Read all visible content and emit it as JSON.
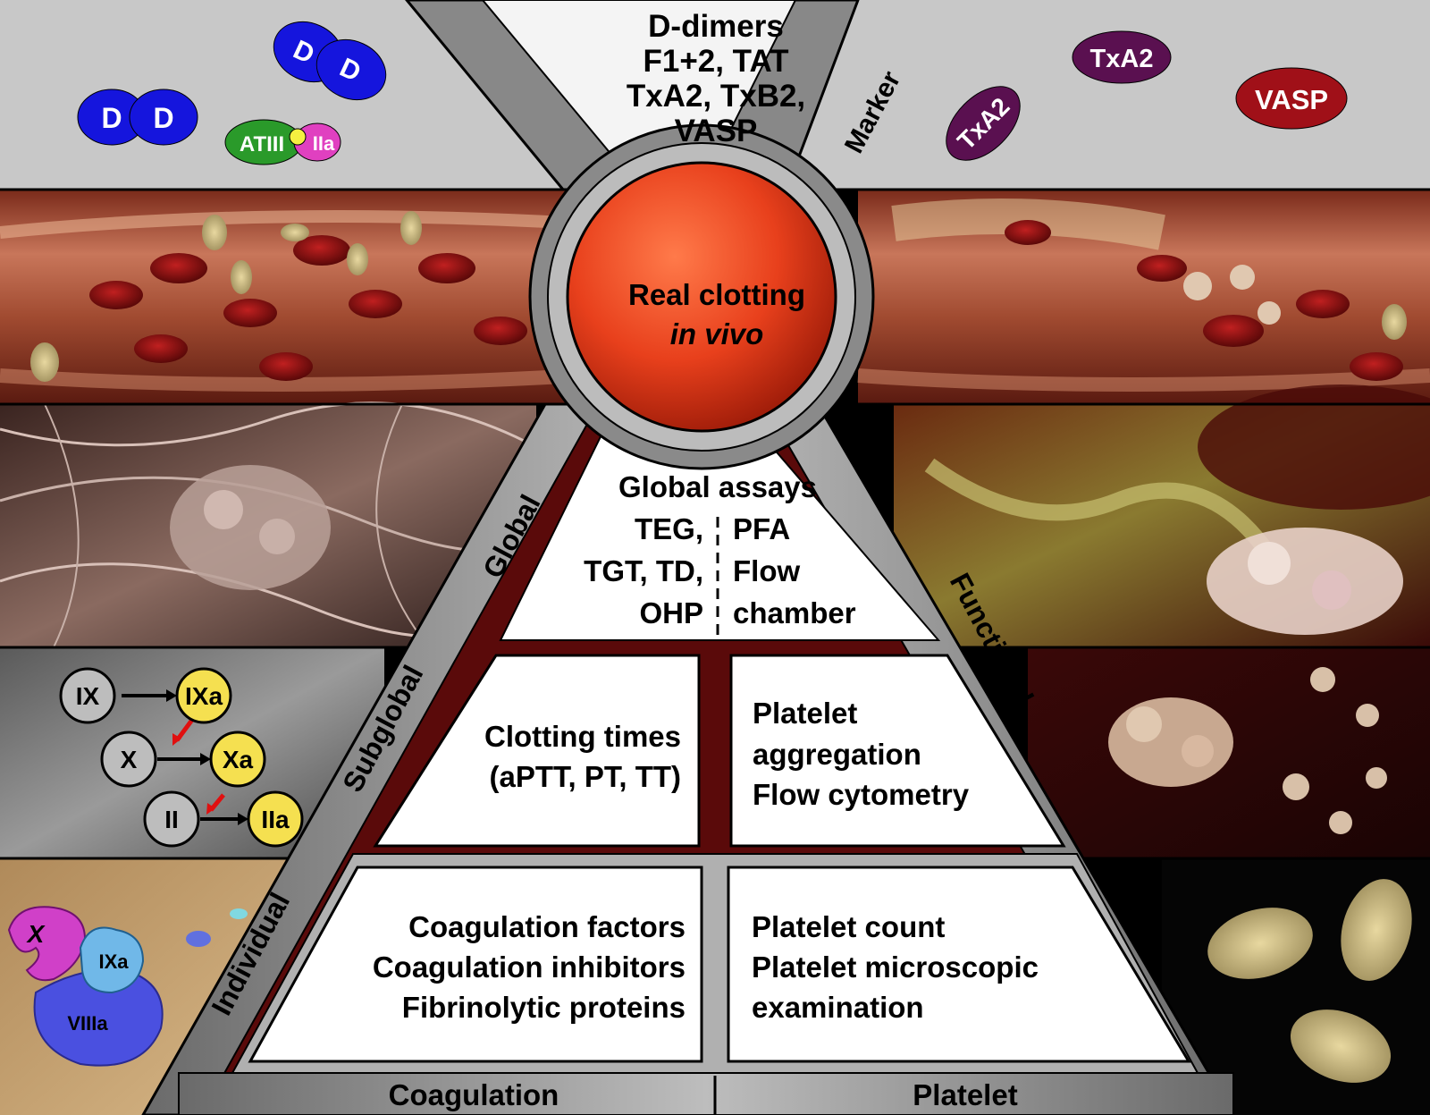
{
  "markers": {
    "title_lines": [
      "D-dimers",
      "F1+2, TAT",
      "TxA2, TxB2,",
      "VASP"
    ],
    "d_glyph": "D",
    "atiii": "ATIII",
    "iia": "IIa",
    "txa2": "TxA2",
    "vasp": "VASP"
  },
  "center": {
    "line1": "Real clotting",
    "line2": "in vivo"
  },
  "side_labels": {
    "marker": "Marker",
    "global": "Global",
    "subglobal": "Subglobal",
    "individual": "Individual",
    "functional": "Functional"
  },
  "global_assays": {
    "title": "Global assays",
    "left_lines": [
      "TEG,",
      "TGT, TD,",
      "OHP"
    ],
    "right_lines": [
      "PFA",
      "Flow",
      "chamber"
    ]
  },
  "subglobal_boxes": {
    "coag_lines": [
      "Clotting times",
      "(aPTT, PT, TT)"
    ],
    "platelet_lines": [
      "Platelet",
      "aggregation",
      "Flow cytometry"
    ]
  },
  "individual_boxes": {
    "coag_lines": [
      "Coagulation factors",
      "Coagulation inhibitors",
      "Fibrinolytic proteins"
    ],
    "platelet_lines": [
      "Platelet count",
      "Platelet microscopic",
      "examination"
    ]
  },
  "bottom": {
    "left": "Coagulation",
    "right": "Platelet"
  },
  "cascade": {
    "nodes": [
      "IX",
      "IXa",
      "X",
      "Xa",
      "II",
      "IIa"
    ]
  },
  "complex": {
    "x": "X",
    "ixa": "IXa",
    "viiia": "VIIIa"
  },
  "colors": {
    "panel_gray": "#c8c8c8",
    "d_blue": "#1515dd",
    "atiii_green": "#2a9a2a",
    "iia_pink": "#e040c0",
    "txa2_purple": "#5a1050",
    "vasp_red": "#a01018",
    "center_red": "#e8401c",
    "dark_red": "#5a0a0a",
    "factor_yellow": "#f5e050"
  }
}
